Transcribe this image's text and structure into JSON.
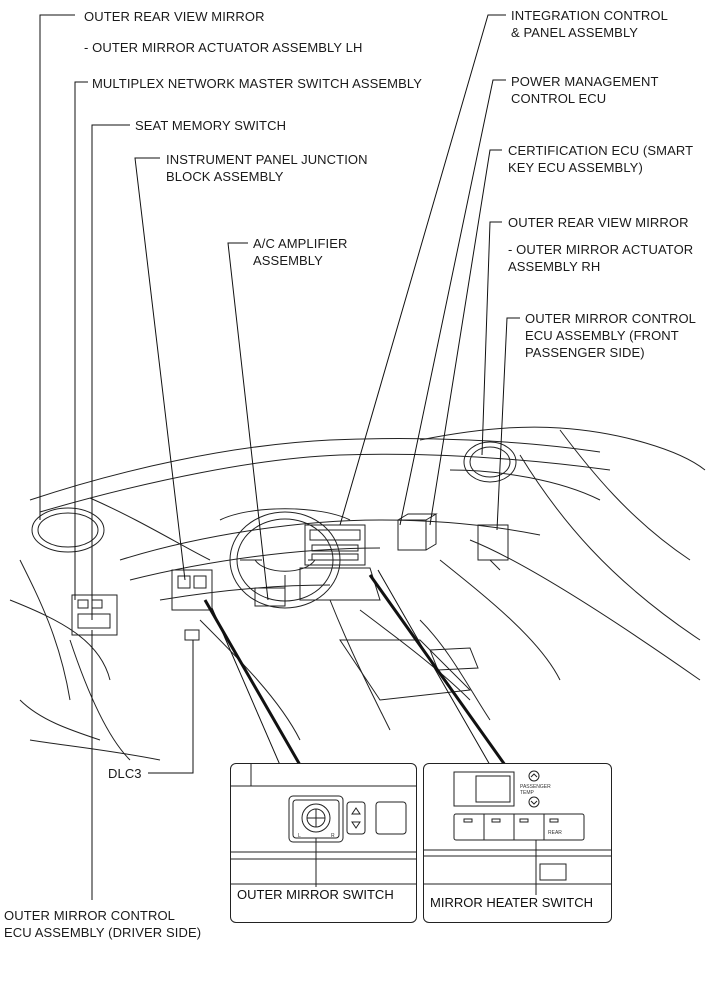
{
  "labels": {
    "outer_rear_view_mirror_lh": "OUTER REAR VIEW MIRROR",
    "outer_mirror_actuator_lh": "- OUTER MIRROR ACTUATOR ASSEMBLY LH",
    "multiplex_network_master_switch": "MULTIPLEX NETWORK MASTER SWITCH ASSEMBLY",
    "seat_memory_switch": "SEAT MEMORY SWITCH",
    "instrument_panel_junction_block": "INSTRUMENT PANEL JUNCTION\nBLOCK ASSEMBLY",
    "ac_amplifier": "A/C AMPLIFIER\nASSEMBLY",
    "integration_control_panel": "INTEGRATION CONTROL\n& PANEL ASSEMBLY",
    "power_management_ecu": "POWER MANAGEMENT\nCONTROL ECU",
    "certification_ecu": "CERTIFICATION ECU (SMART\nKEY ECU ASSEMBLY)",
    "outer_rear_view_mirror_rh": "OUTER REAR VIEW MIRROR",
    "outer_mirror_actuator_rh": "- OUTER MIRROR ACTUATOR\nASSEMBLY RH",
    "outer_mirror_control_ecu_front_passenger": "OUTER MIRROR CONTROL\nECU ASSEMBLY (FRONT\nPASSENGER SIDE)",
    "dlc3": "DLC3",
    "outer_mirror_control_ecu_driver": "OUTER MIRROR CONTROL\nECU ASSEMBLY (DRIVER SIDE)"
  },
  "insets": {
    "left_caption": "OUTER MIRROR SWITCH",
    "right_caption": "MIRROR HEATER SWITCH",
    "switch_l": "L",
    "switch_r": "R",
    "passenger_temp": "PASSENGER\nTEMP",
    "mirror_heater_tag": "REAR"
  }
}
